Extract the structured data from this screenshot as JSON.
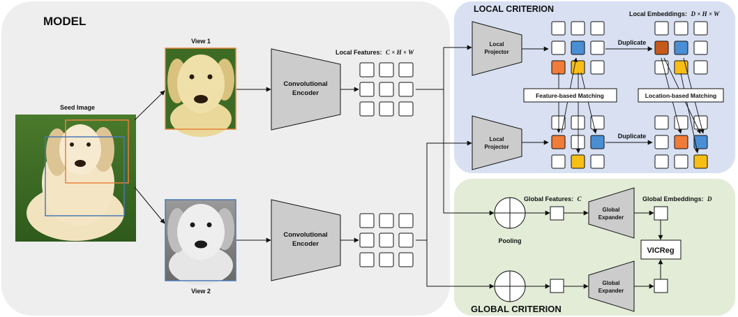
{
  "panels": {
    "model": "MODEL",
    "local_criterion": "LOCAL CRITERION",
    "global_criterion": "GLOBAL CRITERION"
  },
  "images": {
    "seed": "Seed Image",
    "view1": "View 1",
    "view2": "View 2"
  },
  "encoder": {
    "line1": "Convolutional",
    "line2": "Encoder"
  },
  "local_features": {
    "label": "Local Features:",
    "math": "C × H × W"
  },
  "local_embeddings": {
    "label": "Local Embeddings:",
    "math": "D × H × W"
  },
  "local_projector": {
    "line1": "Local",
    "line2": "Projector"
  },
  "duplicate": "Duplicate",
  "matching": {
    "feature_based": "Feature-based Matching",
    "location_based": "Location-based Matching"
  },
  "global_features": {
    "label": "Global Features:",
    "math": "C"
  },
  "global_embeddings": {
    "label": "Global Embeddings:",
    "math": "D"
  },
  "global_expander": {
    "line1": "Global",
    "line2": "Expander"
  },
  "pooling": "Pooling",
  "vicreg": "VICReg",
  "colors": {
    "model_bg": "#eeeeee",
    "local_bg": "#d8e0f2",
    "global_bg": "#e2ecd7",
    "module_fill": "#cccccc",
    "orange": "#f07c3a",
    "dark_orange": "#c65a1a",
    "blue": "#4a8fd4",
    "yellow": "#f7be16"
  }
}
